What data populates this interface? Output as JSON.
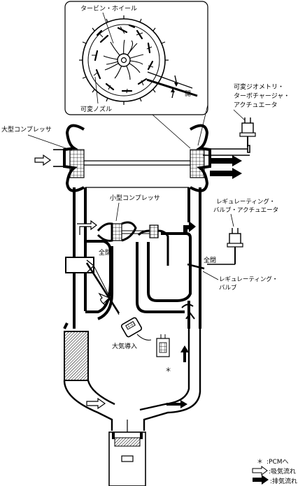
{
  "labels": {
    "turbine_wheel": "タービン・ホイール",
    "variable_nozzle": "可変ノズル",
    "open": "開",
    "vgt_actuator_line1": "可変ジオメトリ・",
    "vgt_actuator_line2": "ターボチャージャ・",
    "vgt_actuator_line3": "アクチュエータ",
    "large_compressor": "大型コンプレッサ",
    "small_compressor": "小型コンプレッサ",
    "reg_actuator_line1": "レギュレーティング・",
    "reg_actuator_line2": "バルブ・アクチュエータ",
    "full_close_left": "全閉",
    "full_close_right": "全閉",
    "reg_valve_line1": "レギュレーティング・",
    "reg_valve_line2": "バルブ",
    "air_intake": "大気導入",
    "asterisk": "＊"
  },
  "legend": {
    "pcm_mark": "＊",
    "pcm_text": ":PCMへ",
    "intake_flow": ":吸気流れ",
    "exhaust_flow": ":排気流れ"
  },
  "colors": {
    "line": "#000000",
    "background": "#ffffff"
  }
}
